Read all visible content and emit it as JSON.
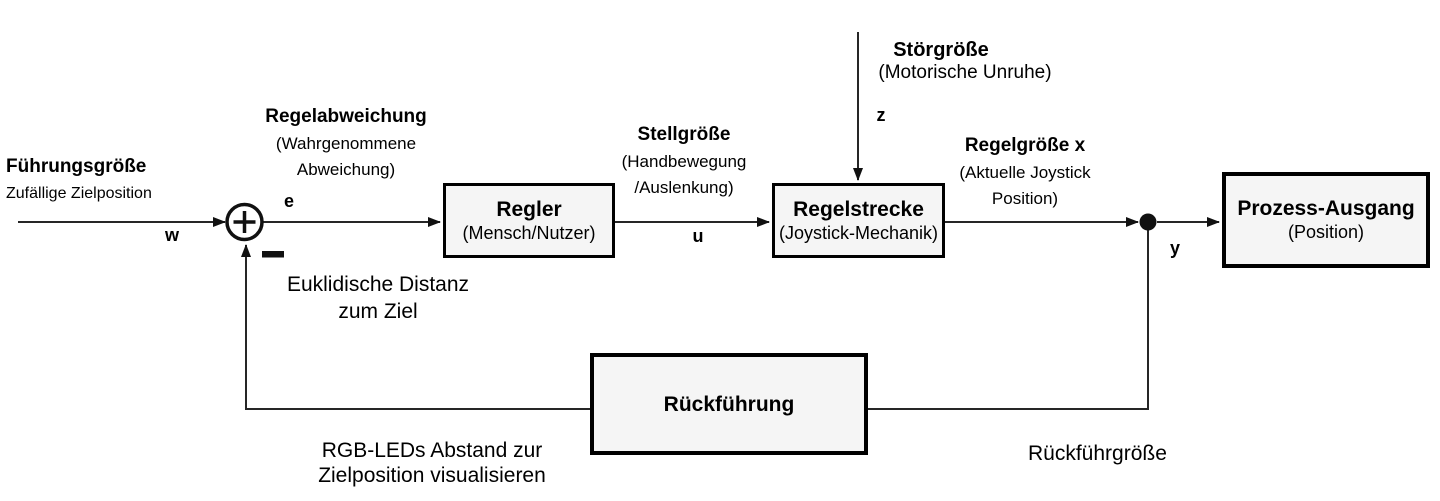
{
  "diagram": {
    "title_hint": "Regelkreis Blockschaltbild (Joystick)",
    "nodes": {
      "regler": {
        "title": "Regler",
        "subtitle": "(Mensch/Nutzer)"
      },
      "regelstrecke": {
        "title": "Regelstrecke",
        "subtitle": "(Joystick-Mechanik)"
      },
      "prozess_ausgang": {
        "title": "Prozess-Ausgang",
        "subtitle": "(Position)"
      },
      "rueckfuehrung": {
        "title": "Rückführung"
      }
    },
    "labels": {
      "fuehrungsgroesse": {
        "title": "Führungsgröße",
        "subtitle": "Zufällige Zielposition"
      },
      "regelabweichung": {
        "title": "Regelabweichung",
        "subtitle_line1": "(Wahrgenommene",
        "subtitle_line2": "Abweichung)"
      },
      "stellgroesse": {
        "title": "Stellgröße",
        "subtitle_line1": "(Handbewegung",
        "subtitle_line2": "/Auslenkung)"
      },
      "stoergroesse": {
        "title": "Störgröße",
        "subtitle": "(Motorische Unruhe)"
      },
      "regelgroesse": {
        "title": "Regelgröße x",
        "subtitle_line1": "(Aktuelle Joystick",
        "subtitle_line2": "Position)"
      }
    },
    "signals": {
      "w": "w",
      "e": "e",
      "u": "u",
      "z": "z",
      "y": "y"
    },
    "icons": {
      "plus_sign": "+",
      "minus_sign": "−",
      "branch_dot": "junction-dot",
      "arrowhead": "triangle-arrow"
    },
    "annotations": {
      "euklidisch_line1": "Euklidische Distanz",
      "euklidisch_line2": "zum Ziel",
      "rgb_line1": "RGB-LEDs Abstand zur",
      "rgb_line2": "Zielposition visualisieren",
      "rueckfuehrgroesse": "Rückführgröße"
    },
    "colors": {
      "line": "#262626",
      "box_fill": "#f5f5f5",
      "box_border": "#000000",
      "text": "#000000",
      "background": "#ffffff"
    }
  }
}
